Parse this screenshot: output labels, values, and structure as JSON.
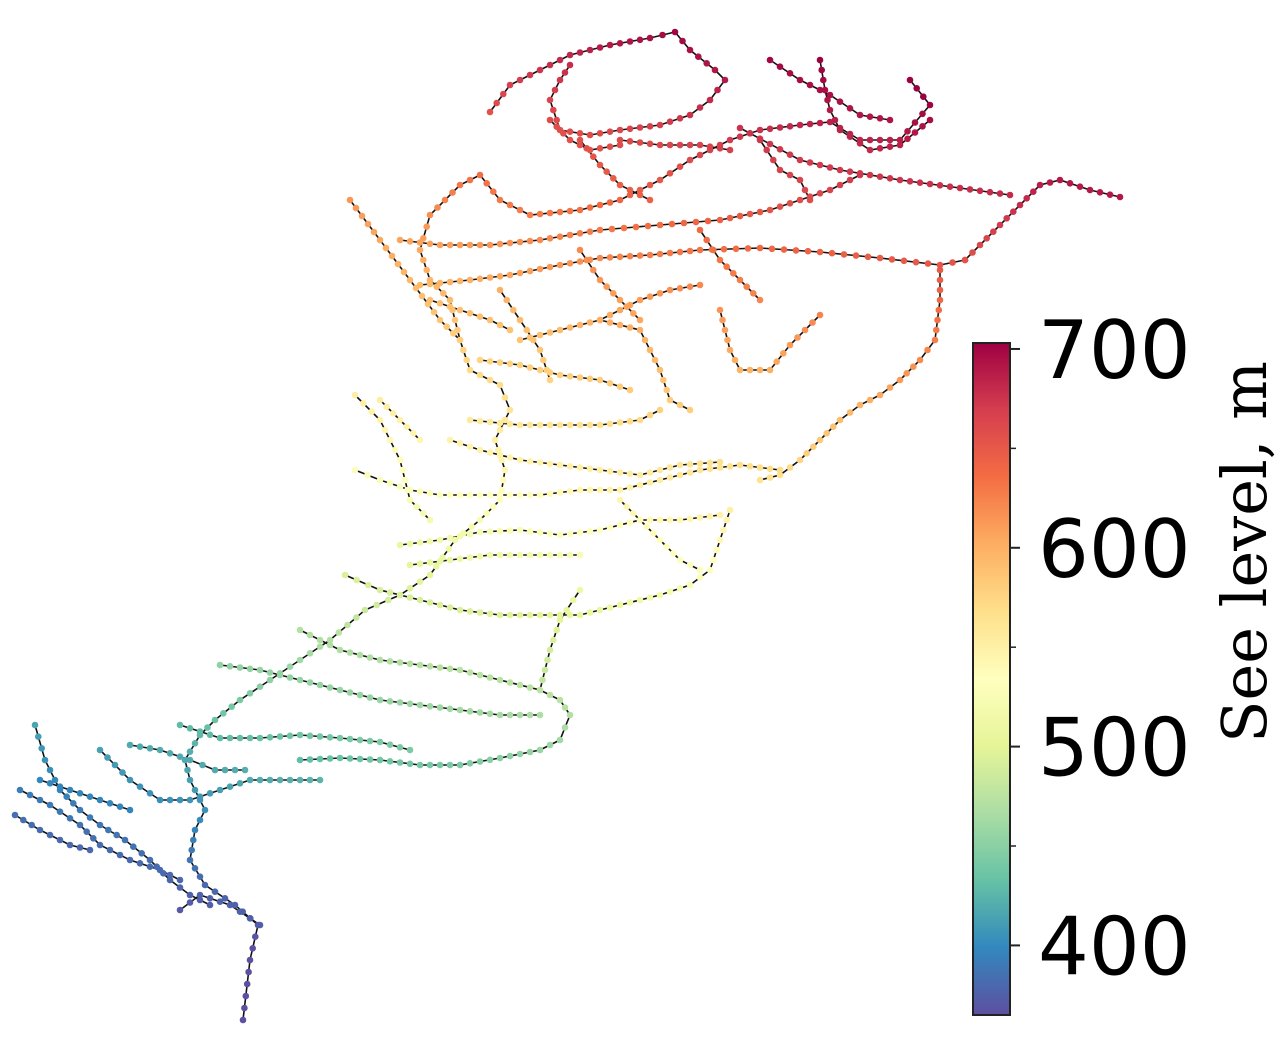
{
  "colorbar": {
    "label": "See level, m",
    "min": 365,
    "max": 703,
    "ticks": [
      {
        "value": 700,
        "label": "700"
      },
      {
        "value": 600,
        "label": "600"
      },
      {
        "value": 500,
        "label": "500"
      },
      {
        "value": 400,
        "label": "400"
      }
    ],
    "minor_ticks": [
      650,
      550,
      450
    ],
    "colormap": "Spectral_r",
    "stops": [
      "#5e4fa2",
      "#3288bd",
      "#66c2a5",
      "#abdda4",
      "#e6f598",
      "#ffffbf",
      "#fee08b",
      "#fdae61",
      "#f46d43",
      "#d53e4f",
      "#9e0142"
    ]
  },
  "network": {
    "node_color_encodes": "elevation",
    "edge_color": "#111111"
  }
}
